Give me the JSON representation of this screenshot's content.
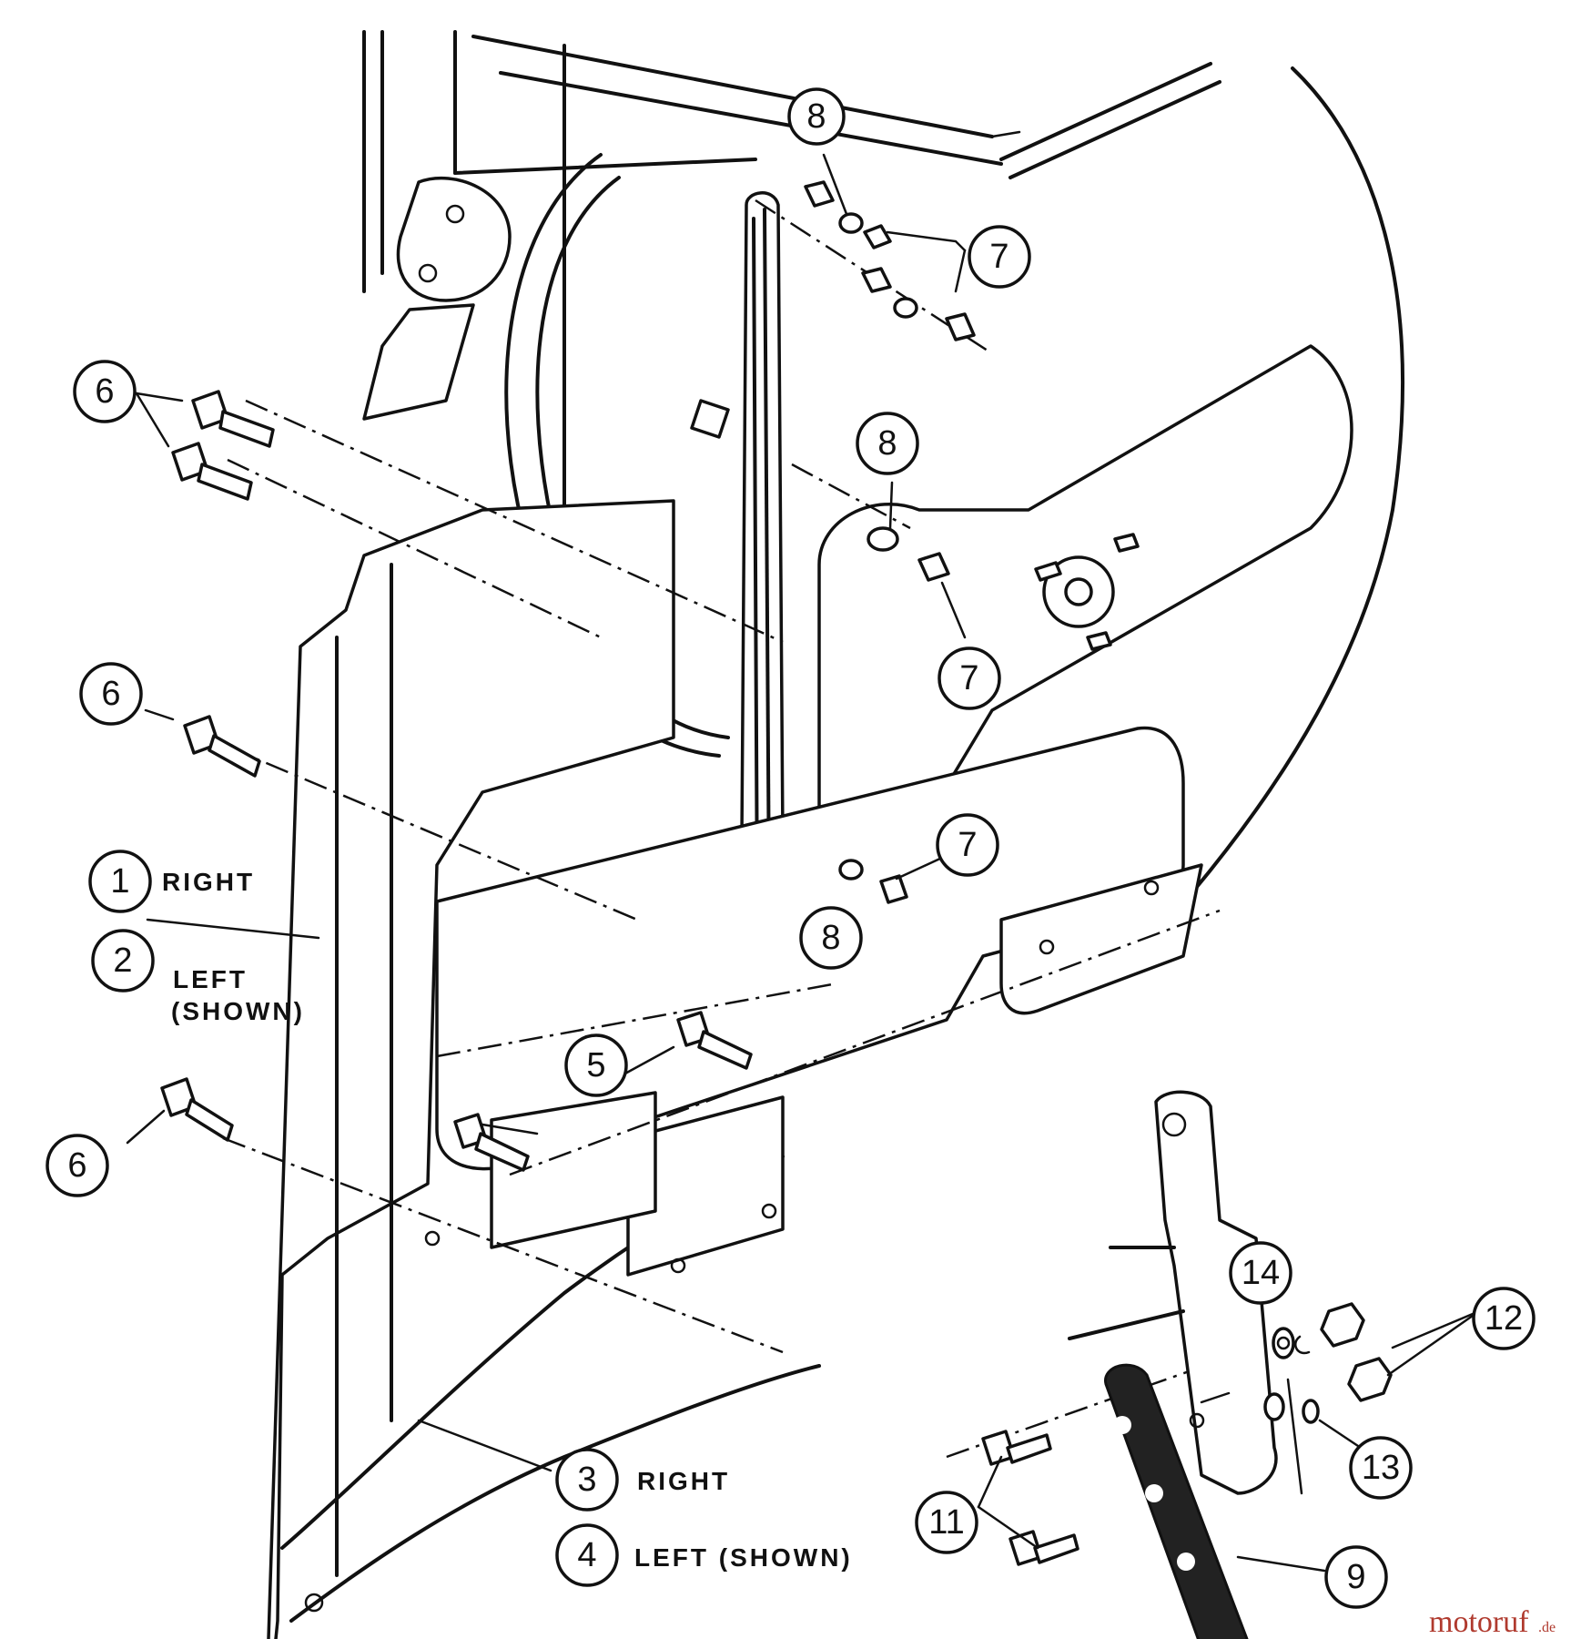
{
  "callouts": [
    {
      "id": "c8a",
      "num": "8"
    },
    {
      "id": "c7a",
      "num": "7"
    },
    {
      "id": "c6a",
      "num": "6"
    },
    {
      "id": "c8b",
      "num": "8"
    },
    {
      "id": "c7b",
      "num": "7"
    },
    {
      "id": "c6b",
      "num": "6"
    },
    {
      "id": "c7c",
      "num": "7"
    },
    {
      "id": "c1",
      "num": "1"
    },
    {
      "id": "c8c",
      "num": "8"
    },
    {
      "id": "c2",
      "num": "2"
    },
    {
      "id": "c5",
      "num": "5"
    },
    {
      "id": "c6c",
      "num": "6"
    },
    {
      "id": "c14",
      "num": "14"
    },
    {
      "id": "c12",
      "num": "12"
    },
    {
      "id": "c13",
      "num": "13"
    },
    {
      "id": "c3",
      "num": "3"
    },
    {
      "id": "c11",
      "num": "11"
    },
    {
      "id": "c4",
      "num": "4"
    },
    {
      "id": "c9",
      "num": "9"
    }
  ],
  "labels": {
    "right_1": "RIGHT",
    "left_2": "LEFT",
    "shown_2": "(SHOWN)",
    "right_3": "RIGHT",
    "left_4": "LEFT (SHOWN)"
  },
  "watermark": {
    "main": "motoruf",
    "suffix": ".de"
  }
}
